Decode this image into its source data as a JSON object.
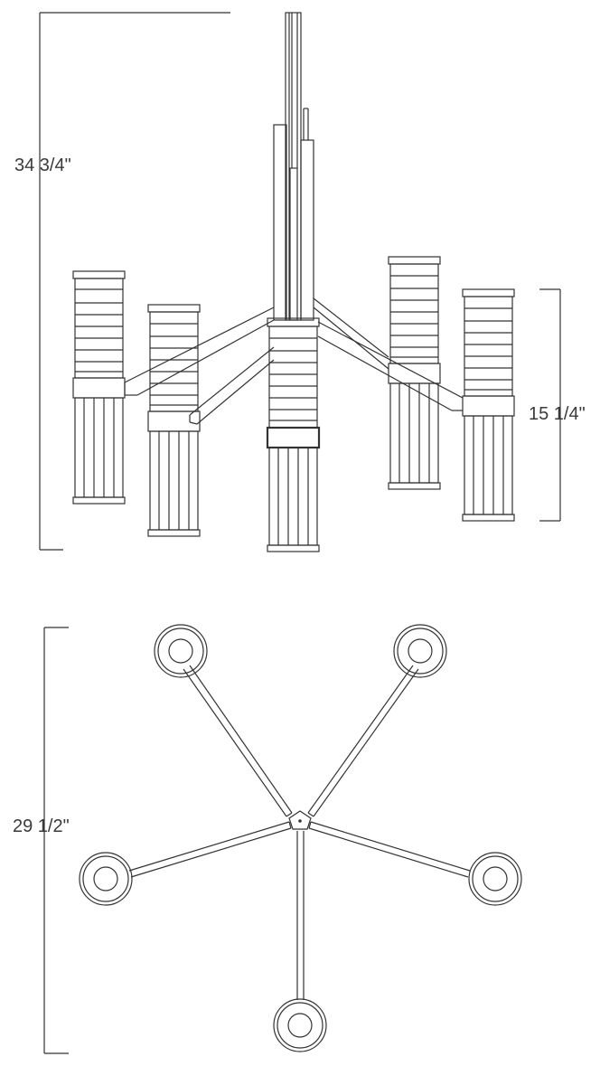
{
  "dimensions": {
    "overall_height": "34 3/4\"",
    "body_height": "15 1/4\"",
    "overall_width": "29 1/2\""
  },
  "colors": {
    "line": "#333333",
    "background": "#ffffff",
    "label": "#3a3a3a"
  },
  "views": [
    "elevation",
    "plan"
  ],
  "fixture": {
    "lights": 5
  }
}
